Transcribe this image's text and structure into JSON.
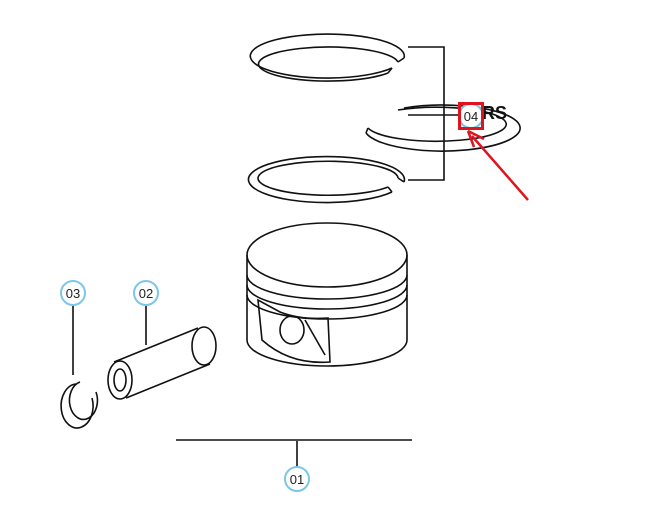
{
  "callouts": [
    {
      "id": "01",
      "label": "01"
    },
    {
      "id": "02",
      "label": "02"
    },
    {
      "id": "03",
      "label": "03"
    },
    {
      "id": "04",
      "label": "04"
    }
  ],
  "partial_label": "RS",
  "colors": {
    "callout_border": "#7cc6e8",
    "highlight": "#e0141c",
    "line": "#111111"
  }
}
